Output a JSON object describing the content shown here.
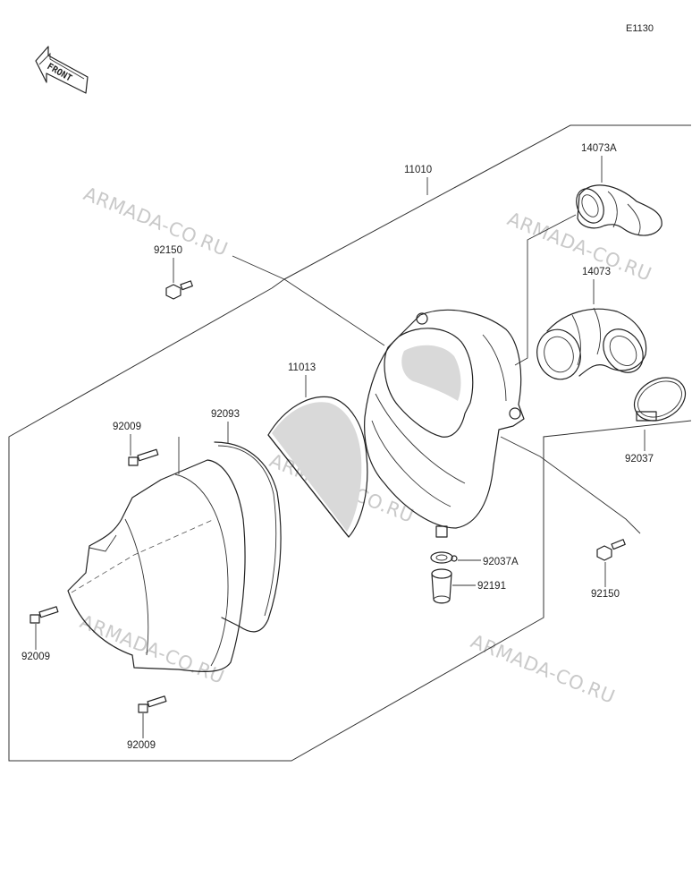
{
  "diagram": {
    "code": "E1130",
    "front_label": "FRONT",
    "watermark": "ARMADA-CO.RU",
    "parts": {
      "air_cleaner_housing": "11010",
      "duct_14073a": "14073A",
      "duct_14073": "14073",
      "bolt_upper": "92150",
      "bolt_right": "92150",
      "element": "11013",
      "gasket": "92093",
      "screw_top": "92009",
      "screw_left": "92009",
      "screw_bottom": "92009",
      "clamp": "92037",
      "clip": "92037A",
      "drain_cap": "92191"
    }
  }
}
